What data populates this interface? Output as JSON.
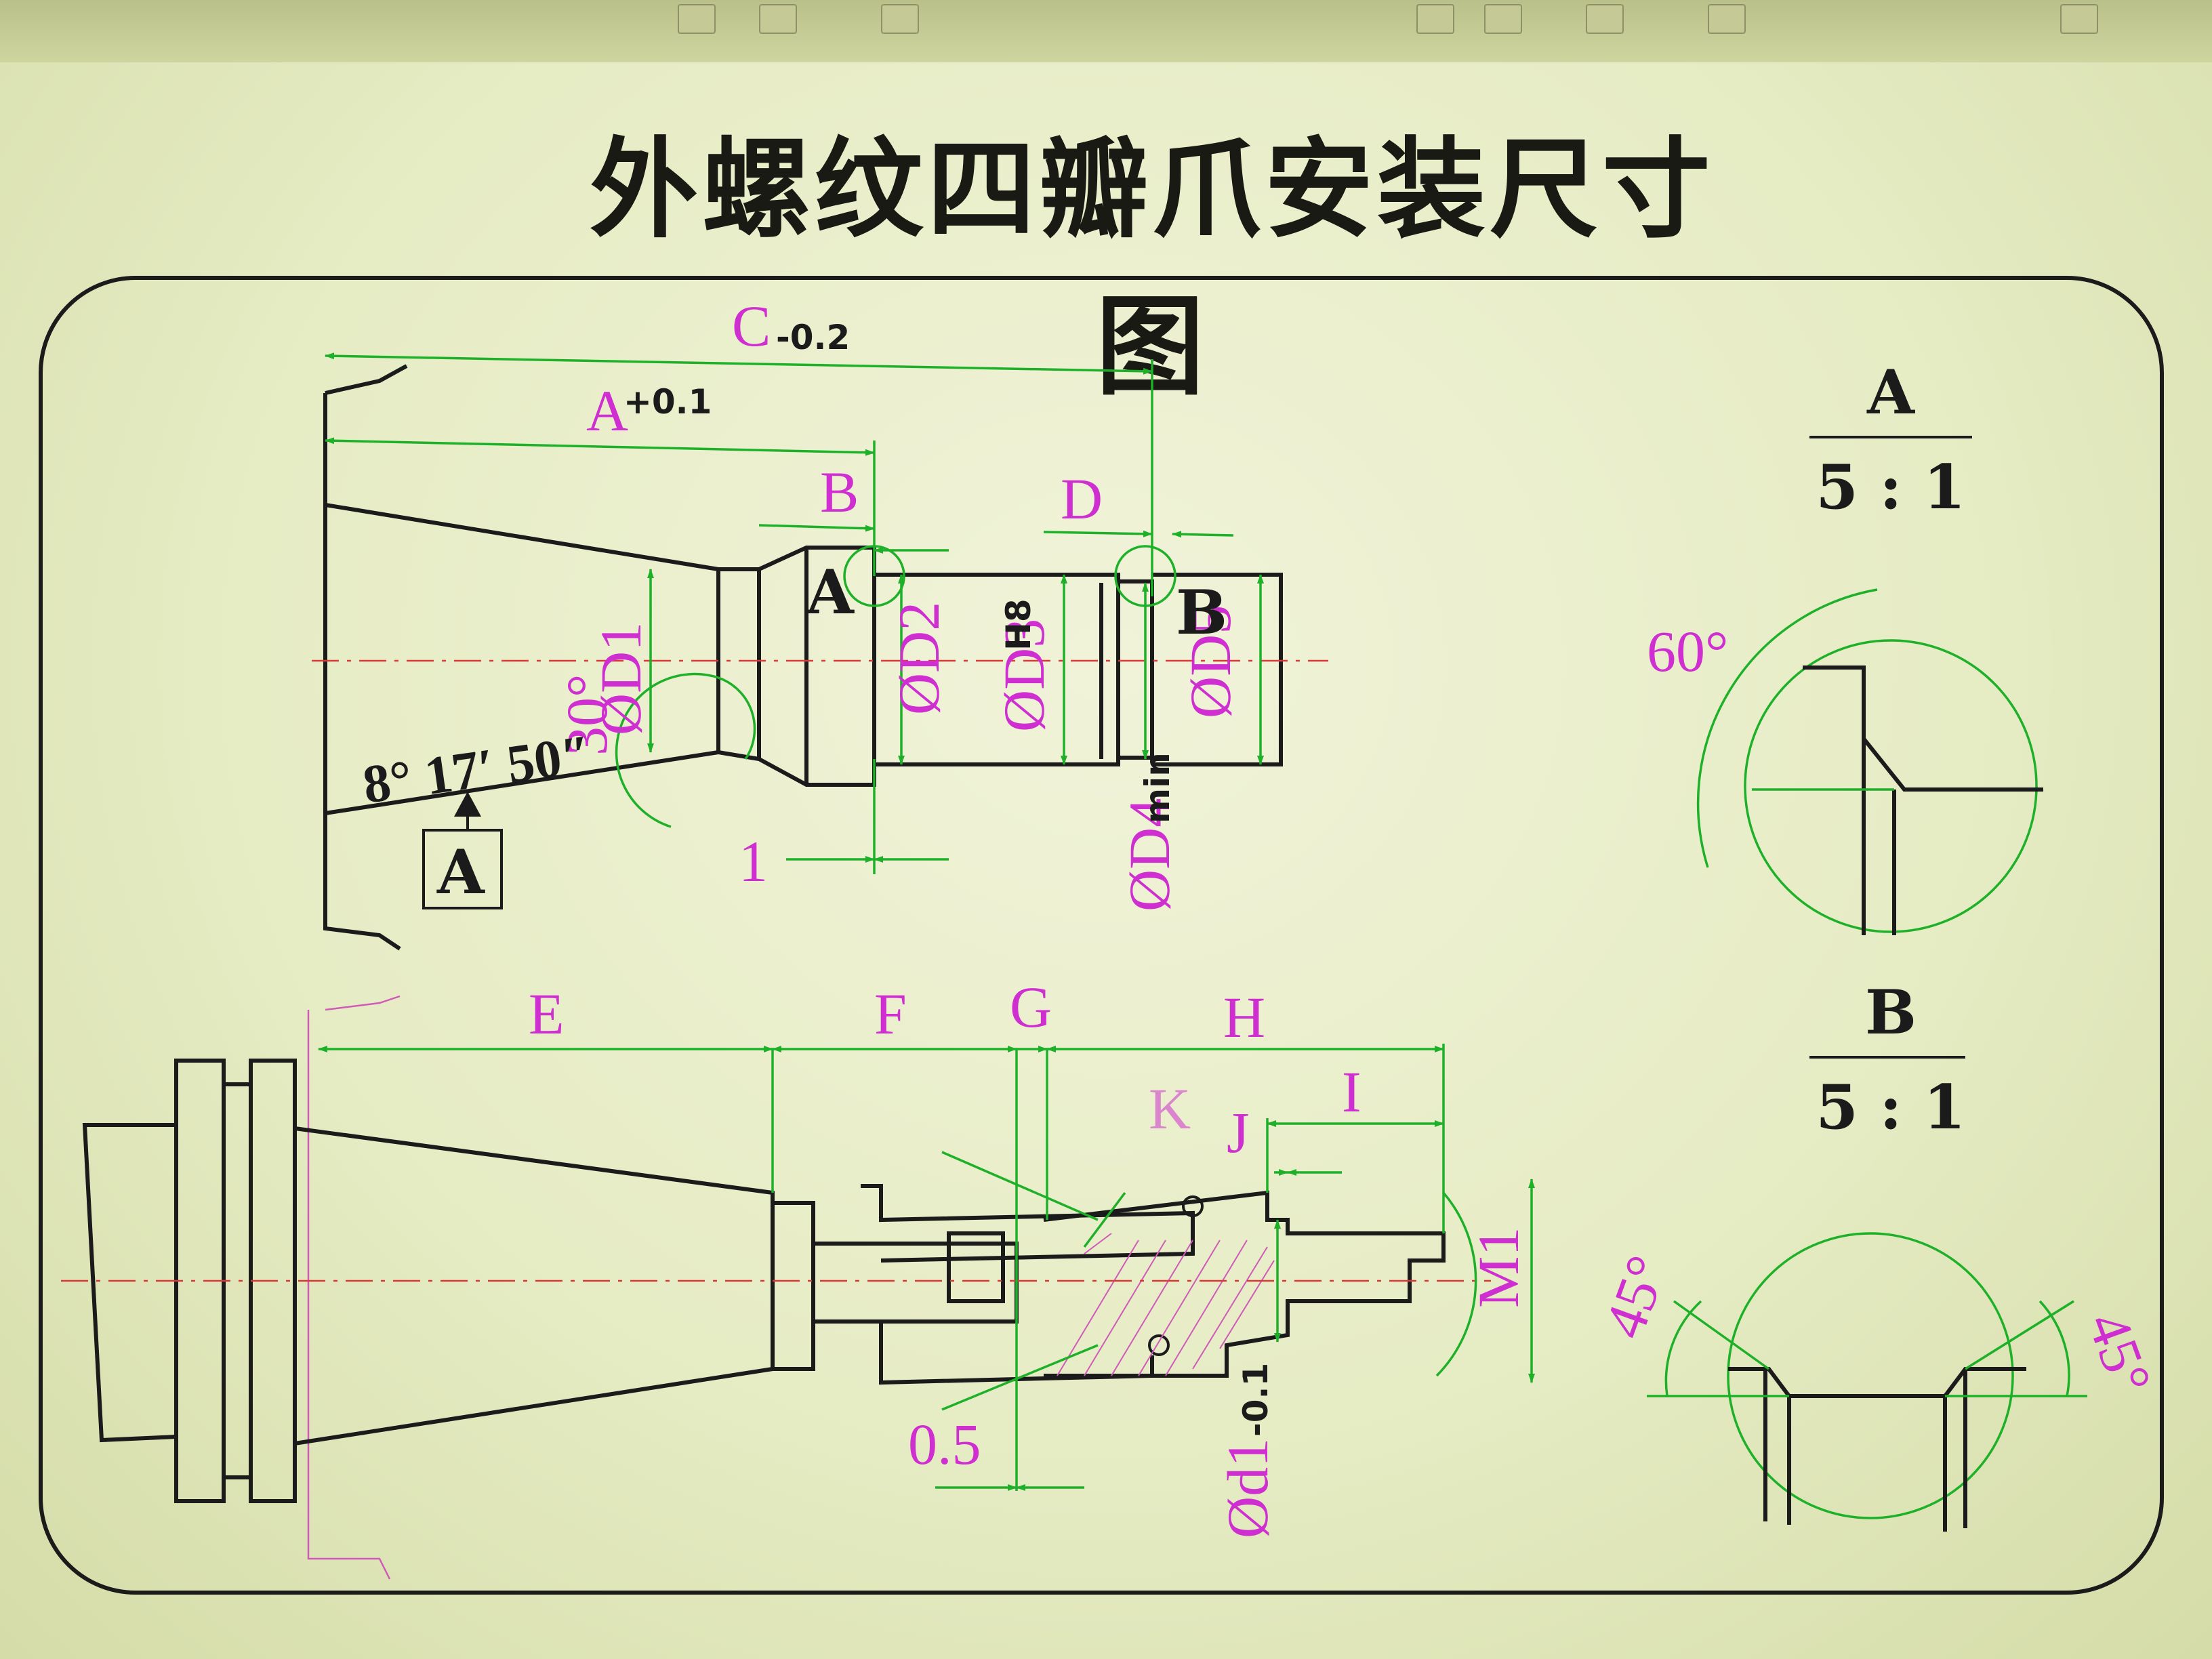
{
  "title": "外螺纹四瓣爪安装尺寸图",
  "top_view": {
    "dims": {
      "C": "C",
      "C_tol": "-0.2",
      "A": "A",
      "A_tol": "+0.1",
      "B": "B",
      "D": "D",
      "D1": "ØD1",
      "D2": "ØD2",
      "D3": "ØD3",
      "D3_suffix": "H8",
      "D5": "ØD5",
      "D4": "ØD4",
      "D4_suffix": "min",
      "one": "1",
      "cone_angle": "30°"
    },
    "taper_angle": "8° 17′ 50″",
    "datum": "A",
    "detail_marker_A": "A",
    "detail_marker_B": "B"
  },
  "bottom_view": {
    "dims": {
      "E": "E",
      "F": "F",
      "G": "G",
      "H": "H",
      "I": "I",
      "J": "J",
      "K": "K",
      "M1": "M1",
      "d1": "Ød1",
      "d1_tol": "-0.1",
      "half": "0.5"
    }
  },
  "detail_A": {
    "label": "A",
    "scale": "5 : 1",
    "angle": "60°"
  },
  "detail_B": {
    "label": "B",
    "scale": "5 : 1",
    "angle_left": "45°",
    "angle_right": "45°"
  },
  "colors": {
    "outline": "#1b1b1b",
    "dimension": "#1fb02a",
    "dimension_text": "#cf2fd0",
    "centerline": "#d83a3a"
  }
}
